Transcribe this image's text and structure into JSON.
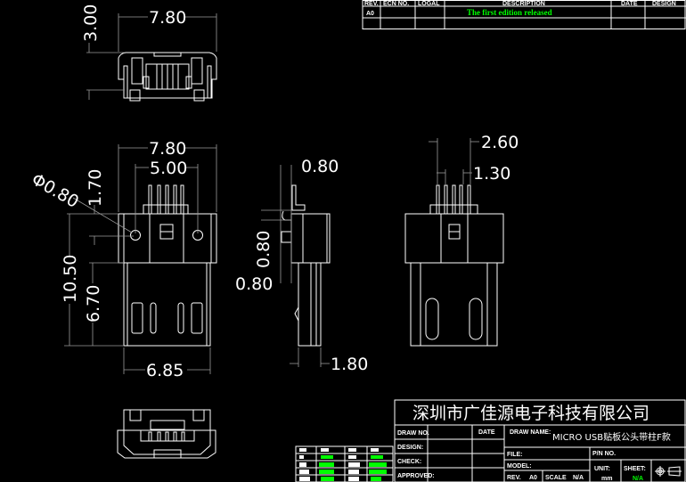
{
  "revision_table": {
    "headers": [
      "REV.",
      "ECN NO.",
      "LOGAL",
      "DESCRIPTION",
      "DATE",
      "DESIGN"
    ],
    "rows": [
      [
        "A0",
        "",
        "",
        "The first edition released",
        "",
        ""
      ]
    ],
    "accent_color": "#00ff00"
  },
  "dimensions": {
    "top_width": "7.80",
    "top_height": "3.00",
    "front_width": "7.80",
    "hole_pitch": "5.00",
    "hole_diameter": "Φ0.80",
    "hole_offset": "1.70",
    "total_length": "10.50",
    "plug_length": "6.70",
    "plug_width": "6.85",
    "side_pin_offset": "0.80",
    "side_tab": "0.80",
    "side_gap": "0.80",
    "side_thickness": "1.80",
    "pin_span": "2.60",
    "pin_pitch": "1.30"
  },
  "title_block": {
    "company": "深圳市广佳源电子科技有限公司",
    "draw_no_label": "DRAW NO.",
    "design_label": "DESIGN:",
    "check_label": "CHECK:",
    "approved_label": "APPROVED:",
    "date_label": "DATE",
    "draw_name_label": "DRAW NAME:",
    "draw_name": "MICRO USB贴板公头带柱F款",
    "file_label": "FILE:",
    "model_label": "MODEL:",
    "pn_label": "P/N NO.",
    "rev_label": "REV.",
    "rev_value": "A0",
    "scale_label": "SCALE",
    "scale_value": "N/A",
    "unit_label": "UNIT:",
    "unit_value": "mm",
    "sheet_label": "SHEET:",
    "sheet_value": "N/A"
  }
}
